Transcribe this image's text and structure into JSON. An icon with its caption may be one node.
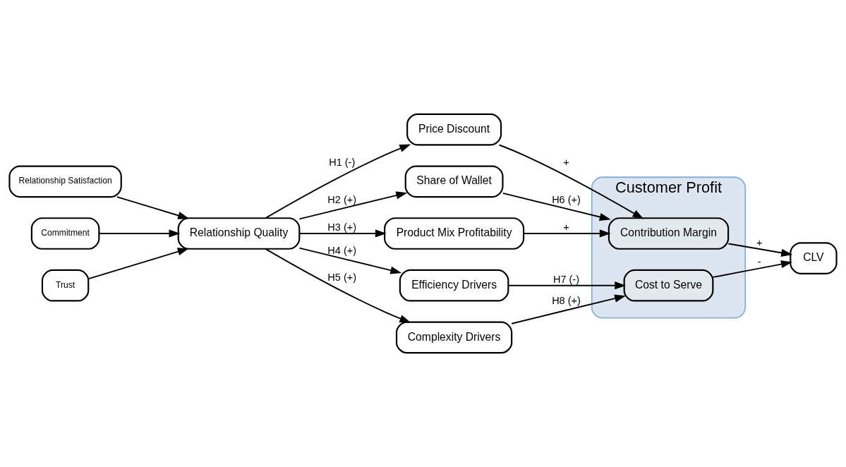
{
  "diagram": {
    "nodes": [
      {
        "text": [
          "Relationship Quality"
        ]
      },
      {
        "text": [
          "Relationship Satisfaction"
        ]
      },
      {
        "text": [
          "Commitment"
        ]
      },
      {
        "text": [
          "Trust"
        ]
      },
      {
        "text": [
          "Price Discount"
        ]
      },
      {
        "text": [
          "Share of Wallet"
        ]
      },
      {
        "text": [
          "Product Mix Profitability"
        ]
      },
      {
        "text": [
          "Efficiency Drivers"
        ]
      },
      {
        "text": [
          "Complexity Drivers"
        ]
      },
      {
        "text": [
          "Customer Profit"
        ]
      },
      {
        "text": [
          "Contribution Margin"
        ],
        "in": 9
      },
      {
        "text": [
          "Cost to Serve"
        ],
        "in": 9
      },
      {
        "text": [
          "CLV"
        ]
      }
    ],
    "edges": [
      {
        "from": 1,
        "to": 0,
        "arrow": "to"
      },
      {
        "from": 2,
        "to": 0,
        "arrow": "to"
      },
      {
        "from": 3,
        "to": 0,
        "arrow": "to"
      },
      {
        "from": 0,
        "to": 4,
        "arrow": "to",
        "label": "H1 (-)"
      },
      {
        "from": 0,
        "to": 5,
        "arrow": "to",
        "label": "H2 (+)"
      },
      {
        "from": 0,
        "to": 6,
        "arrow": "to",
        "label": "H3 (+)"
      },
      {
        "from": 0,
        "to": 7,
        "arrow": "to",
        "label": "H4 (+)"
      },
      {
        "from": 0,
        "to": 8,
        "arrow": "to",
        "label": "H5 (+)"
      },
      {
        "from": 4,
        "to": 10,
        "arrow": "to",
        "label": "+"
      },
      {
        "from": 5,
        "to": 10,
        "arrow": "to",
        "label": "H6 (+)"
      },
      {
        "from": 6,
        "to": 10,
        "arrow": "to",
        "label": "+"
      },
      {
        "from": 7,
        "to": 11,
        "arrow": "to",
        "label": "H7 (-)"
      },
      {
        "from": 8,
        "to": 11,
        "arrow": "to",
        "label": "H8 (+)"
      },
      {
        "from": 10,
        "to": 12,
        "arrow": "to",
        "label": "+"
      },
      {
        "from": 11,
        "to": 12,
        "arrow": "to",
        "label": "-"
      }
    ]
  }
}
